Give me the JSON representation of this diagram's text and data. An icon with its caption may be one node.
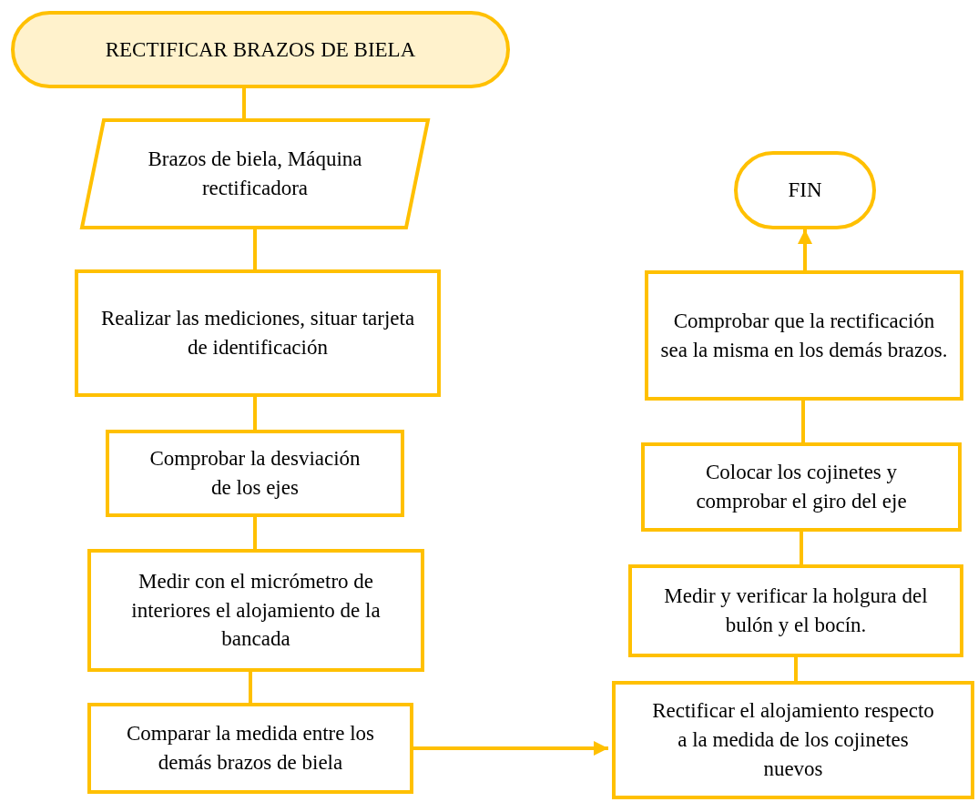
{
  "diagram": {
    "nodes": [
      {
        "text": [
          "RECTIFICAR BRAZOS DE BIELA"
        ]
      },
      {
        "text": [
          "Brazos de biela, Máquina rectificadora"
        ]
      },
      {
        "text": [
          "Realizar las mediciones, situar tarjeta de identificación"
        ]
      },
      {
        "text": [
          "Comprobar la desviación de los ejes"
        ]
      },
      {
        "text": [
          "Medir con el micrómetro de interiores el alojamiento de la bancada"
        ]
      },
      {
        "text": [
          "Comparar la medida entre los demás brazos de biela"
        ]
      },
      {
        "text": [
          "FIN"
        ]
      },
      {
        "text": [
          "Comprobar que la rectificación sea la misma en los demás brazos."
        ]
      },
      {
        "text": [
          "Colocar los cojinetes y comprobar el giro del eje"
        ]
      },
      {
        "text": [
          "Medir y verificar la holgura del bulón y el bocín."
        ]
      },
      {
        "text": [
          "Rectificar el alojamiento respecto a la medida de los cojinetes nuevos"
        ]
      }
    ],
    "edges": [
      {
        "from": 0,
        "to": 1,
        "arrow": "none"
      },
      {
        "from": 1,
        "to": 2,
        "arrow": "none"
      },
      {
        "from": 2,
        "to": 3,
        "arrow": "none"
      },
      {
        "from": 3,
        "to": 4,
        "arrow": "none"
      },
      {
        "from": 4,
        "to": 5,
        "arrow": "none"
      },
      {
        "from": 5,
        "to": 10,
        "arrow": "to"
      },
      {
        "from": 10,
        "to": 9,
        "arrow": "none"
      },
      {
        "from": 9,
        "to": 8,
        "arrow": "none"
      },
      {
        "from": 8,
        "to": 7,
        "arrow": "none"
      },
      {
        "from": 7,
        "to": 6,
        "arrow": "to"
      }
    ]
  }
}
